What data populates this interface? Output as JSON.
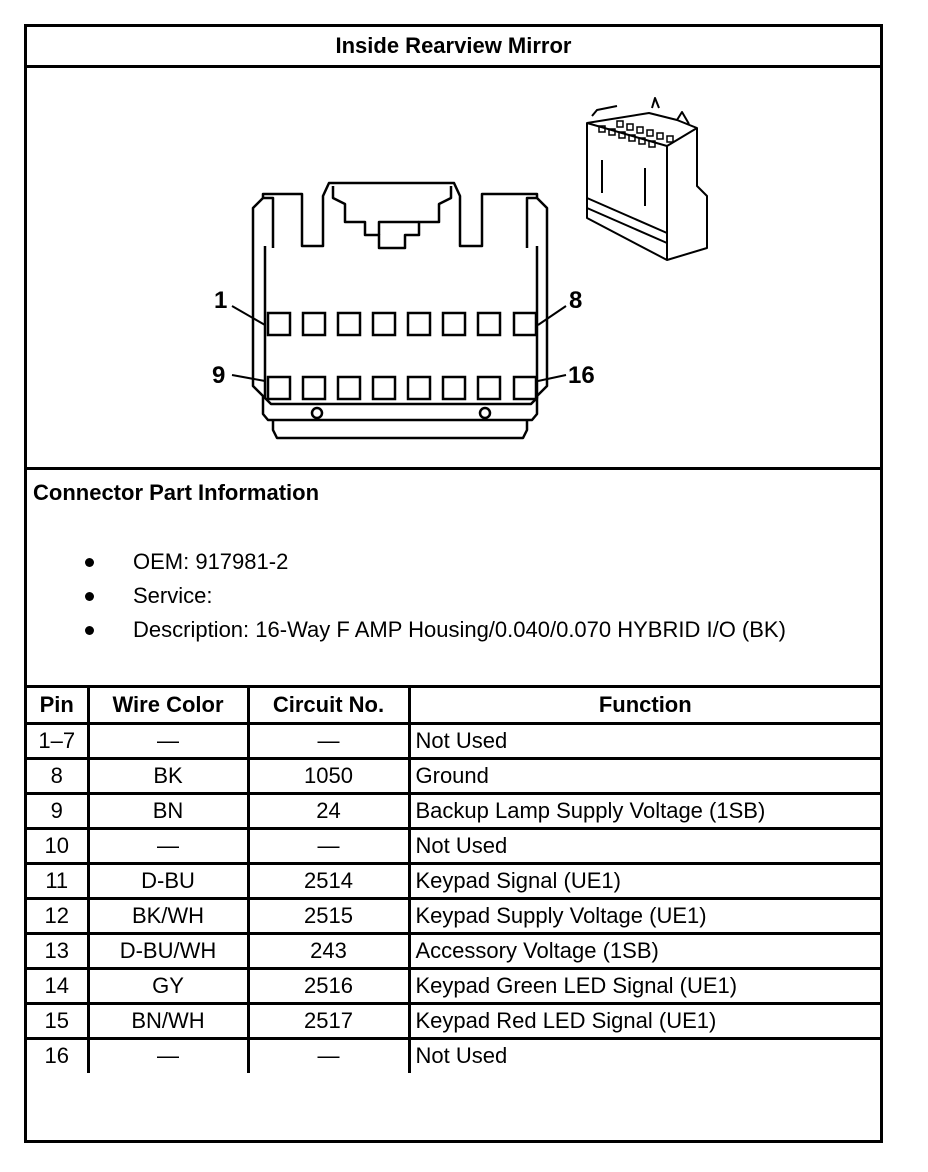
{
  "title": "Inside Rearview Mirror",
  "drawing": {
    "pin_labels": {
      "top_left": "1",
      "top_right": "8",
      "bottom_left": "9",
      "bottom_right": "16"
    }
  },
  "connector_info": {
    "heading": "Connector Part Information",
    "items": [
      "OEM: 917981-2",
      "Service:",
      "Description: 16-Way F AMP Housing/0.040/0.070 HYBRID I/O (BK)"
    ]
  },
  "table": {
    "headers": [
      "Pin",
      "Wire Color",
      "Circuit No.",
      "Function"
    ],
    "rows": [
      [
        "1–7",
        "—",
        "—",
        "Not Used"
      ],
      [
        "8",
        "BK",
        "1050",
        "Ground"
      ],
      [
        "9",
        "BN",
        "24",
        "Backup Lamp Supply Voltage (1SB)"
      ],
      [
        "10",
        "—",
        "—",
        "Not Used"
      ],
      [
        "11",
        "D-BU",
        "2514",
        "Keypad Signal (UE1)"
      ],
      [
        "12",
        "BK/WH",
        "2515",
        "Keypad Supply Voltage (UE1)"
      ],
      [
        "13",
        "D-BU/WH",
        "243",
        "Accessory Voltage (1SB)"
      ],
      [
        "14",
        "GY",
        "2516",
        "Keypad Green LED Signal (UE1)"
      ],
      [
        "15",
        "BN/WH",
        "2517",
        "Keypad Red LED Signal (UE1)"
      ],
      [
        "16",
        "—",
        "—",
        "Not Used"
      ]
    ]
  }
}
